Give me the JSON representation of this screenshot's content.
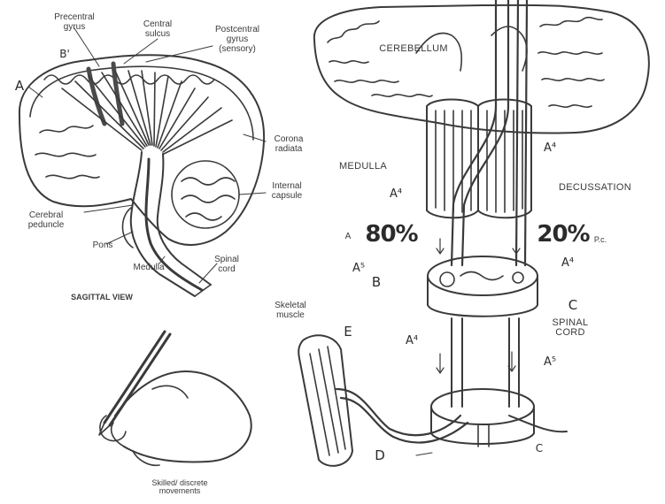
{
  "labels": {
    "precentral_gyrus": "Precentral\ngyrus",
    "central_sulcus": "Central\nsulcus",
    "postcentral_gyrus": "Postcentral\ngyrus\n(sensory)",
    "corona_radiata": "Corona\nradiata",
    "internal_capsule": "Internal\ncapsule",
    "cerebral_peduncle": "Cerebral\npeduncle",
    "pons": "Pons",
    "medulla_left": "Medulla",
    "spinal_cord_left": "Spinal\ncord",
    "sagittal_view": "SAGITTAL VIEW",
    "cerebellum": "CEREBELLUM",
    "medulla_right": "MEDULLA",
    "decussation": "DECUSSATION",
    "spinal_cord_right": "SPINAL\nCORD",
    "skeletal_muscle": "Skeletal\nmuscle",
    "skilled_movements": "Skilled/ discrete\nmovements"
  },
  "markers": {
    "a_left": "A",
    "b_prime_top": "B'",
    "a4_upper": "A⁴",
    "a4_middle": "A⁴",
    "a4_right": "A⁴",
    "a5_left": "A⁵",
    "a5_lower": "A⁵",
    "a4_lower": "A⁴",
    "b": "B",
    "c_upper": "C",
    "c_lower": "C",
    "d": "D",
    "e": "E",
    "a_small": "A",
    "pct_left": "80%",
    "pct_right": "20%",
    "pct_right_suffix": "P.c."
  },
  "colors": {
    "ink": "#3a3a3a",
    "paper": "#ffffff"
  }
}
